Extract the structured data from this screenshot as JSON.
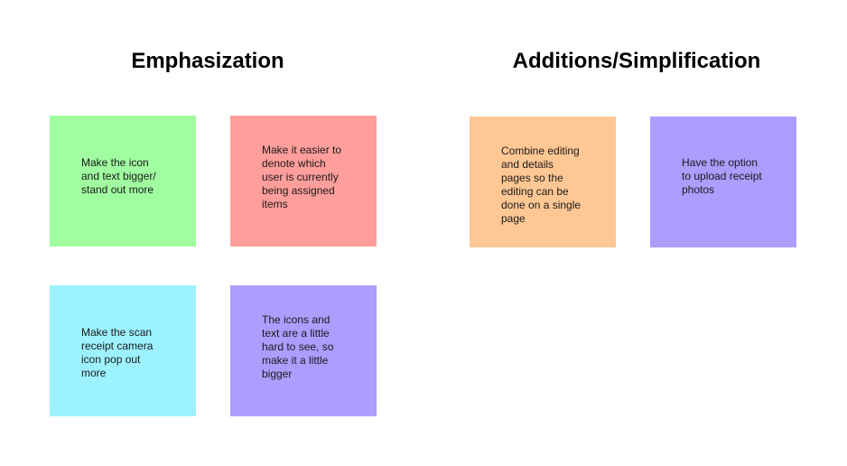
{
  "sections": [
    {
      "heading": "Emphasization",
      "notes": [
        {
          "text": "Make the icon\nand text bigger/\nstand out more",
          "color": "#a0fda0"
        },
        {
          "text": "Make it easier to\ndenote which\nuser is currently\nbeing assigned\nitems",
          "color": "#ff9e9b"
        },
        {
          "text": "Make the scan\nreceipt camera\nicon pop out\nmore",
          "color": "#9cf2ff"
        },
        {
          "text": "The icons and\ntext are a little\nhard to see, so\nmake it a little\nbigger",
          "color": "#ae9cfe"
        }
      ]
    },
    {
      "heading": "Additions/Simplification",
      "notes": [
        {
          "text": "Combine editing\nand details\npages so the\nediting can be\ndone on a single\npage",
          "color": "#ffc794"
        },
        {
          "text": "Have the option\nto upload receipt\nphotos",
          "color": "#ae9cfe"
        }
      ]
    }
  ]
}
